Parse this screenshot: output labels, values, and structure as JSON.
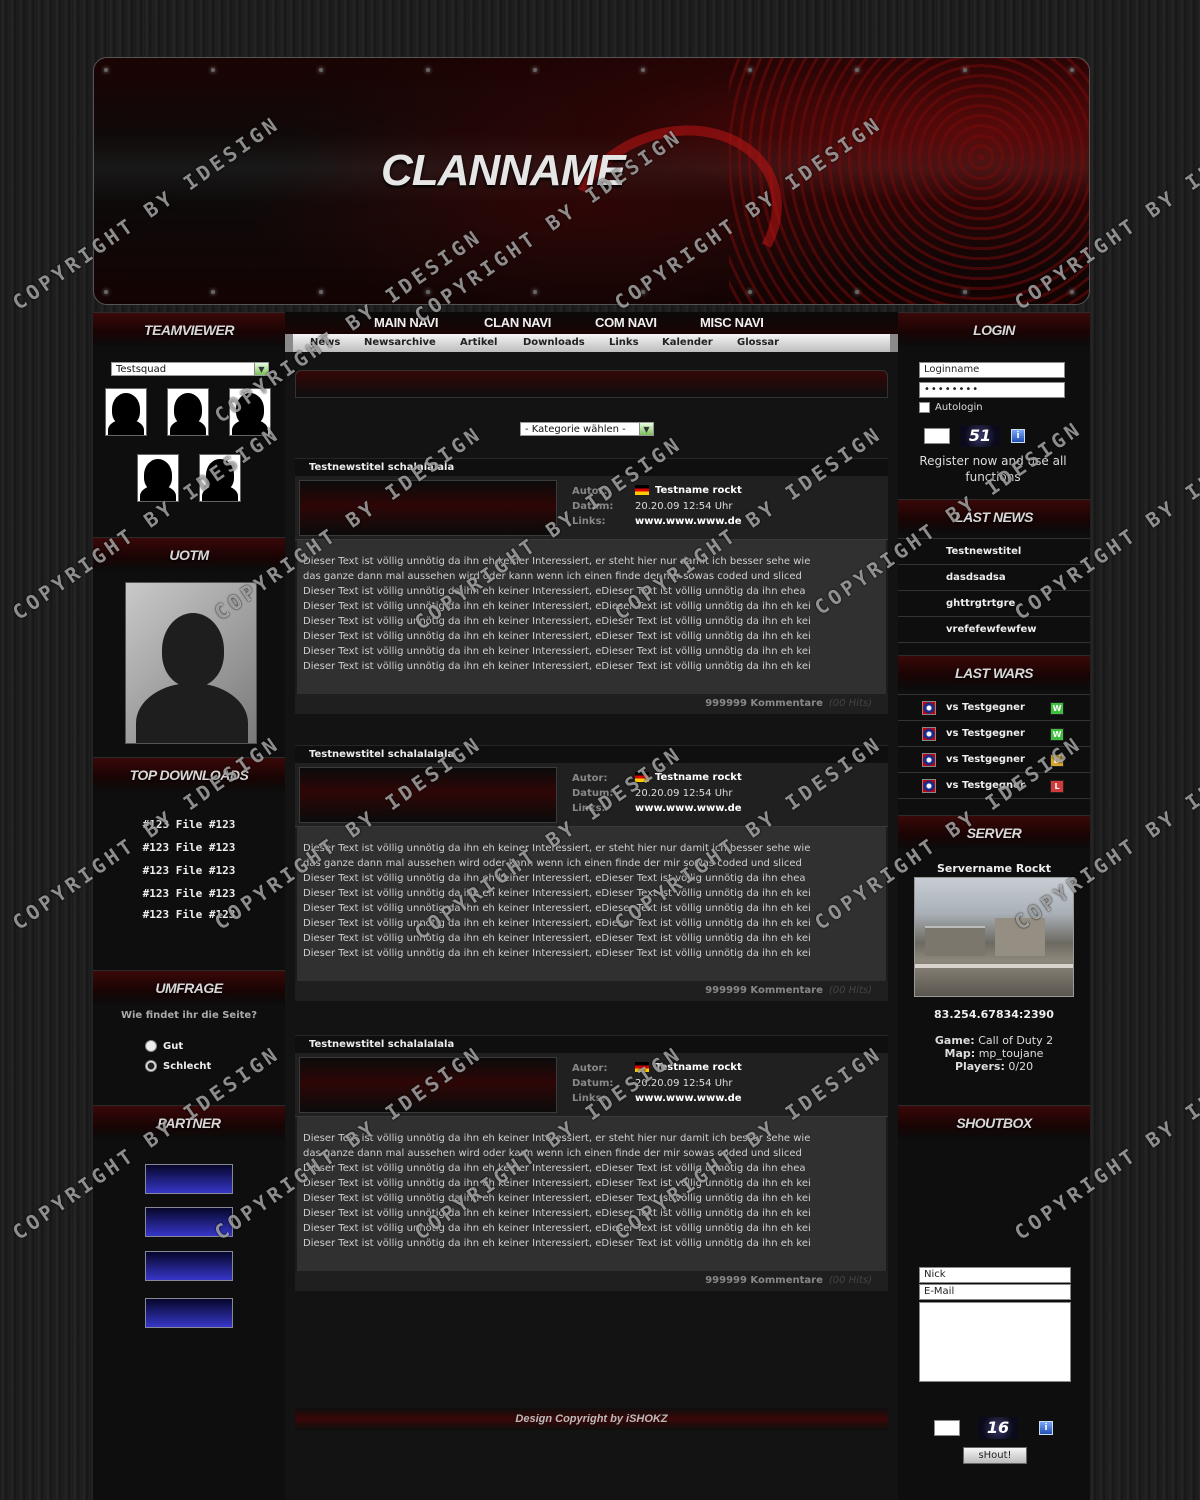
{
  "header": {
    "logo": "CLANNAME"
  },
  "nav": {
    "main": [
      "MAIN NAVI",
      "CLAN NAVI",
      "COM NAVI",
      "MISC NAVI"
    ],
    "sub": [
      "News",
      "Newsarchive",
      "Artikel",
      "Downloads",
      "Links",
      "Kalender",
      "Glossar"
    ]
  },
  "left": {
    "teamviewer": {
      "title": "TEAMVIEWER",
      "squad": "Testsquad"
    },
    "uotm": {
      "title": "UOTM"
    },
    "downloads": {
      "title": "TOP DOWNLOADS",
      "items": [
        "#123 File #123",
        "#123 File #123",
        "#123 File #123",
        "#123 File #123",
        "#123 File #123"
      ]
    },
    "poll": {
      "title": "UMFRAGE",
      "question": "Wie findet ihr die Seite?",
      "options": [
        "Gut",
        "Schlecht"
      ]
    },
    "partner": {
      "title": "PARTNER"
    }
  },
  "center": {
    "category": "- Kategorie wählen -",
    "labels": {
      "author": "Autor:",
      "date": "Datum:",
      "links": "Links:"
    },
    "news": [
      {
        "title": "Testnewstitel schalalalala",
        "author": "Testname rockt",
        "date": "20.20.09  12:54 Uhr",
        "links": "www.www.www.de",
        "comments": "999999 Kommentare",
        "extra": "(00 Hits)"
      },
      {
        "title": "Testnewstitel schalalalala",
        "author": "Testname rockt",
        "date": "20.20.09  12:54 Uhr",
        "links": "www.www.www.de",
        "comments": "999999 Kommentare",
        "extra": "(00 Hits)"
      },
      {
        "title": "Testnewstitel schalalalala",
        "author": "Testname rockt",
        "date": "20.20.09  12:54 Uhr",
        "links": "www.www.www.de",
        "comments": "999999 Kommentare",
        "extra": "(00 Hits)"
      }
    ],
    "body_lines": [
      "Dieser Text ist völlig unnötig da ihn eh keiner Interessiert, er steht hier nur damit ich besser sehe wie",
      "das ganze dann mal aussehen wird oder kann wenn ich einen finde der mir sowas coded und sliced",
      "Dieser Text ist völlig unnötig da ihn eh keiner Interessiert, eDieser Text ist völlig unnötig da ihn ehea",
      "Dieser Text ist völlig unnötig da ihn eh keiner Interessiert, eDieser Text ist völlig unnötig da ihn eh kei",
      "Dieser Text ist völlig unnötig da ihn eh keiner Interessiert, eDieser Text ist völlig unnötig da ihn eh kei",
      "Dieser Text ist völlig unnötig da ihn eh keiner Interessiert, eDieser Text ist völlig unnötig da ihn eh kei",
      "Dieser Text ist völlig unnötig da ihn eh keiner Interessiert, eDieser Text ist völlig unnötig da ihn eh kei",
      "Dieser Text ist völlig unnötig da ihn eh keiner Interessiert, eDieser Text ist völlig unnötig da ihn eh kei"
    ],
    "footer": "Design Copyright by iSHOKZ"
  },
  "right": {
    "login": {
      "title": "LOGIN",
      "username_placeholder": "Loginname",
      "password": "••••••••",
      "autologin": "Autologin",
      "captcha": "51",
      "register": "Register now and use all functions"
    },
    "lastnews": {
      "title": "LAST NEWS",
      "items": [
        "Testnewstitel",
        "dasdsadsa",
        "ghttrgtrtgre",
        "vrefefewfewfew"
      ]
    },
    "lastwars": {
      "title": "LAST WARS",
      "items": [
        {
          "label": "vs Testgegner",
          "result": "W",
          "color": "#3fbf3f"
        },
        {
          "label": "vs Testgegner",
          "result": "W",
          "color": "#3fbf3f"
        },
        {
          "label": "vs Testgegner",
          "result": "D",
          "color": "#d9a52a"
        },
        {
          "label": "vs Testgegner",
          "result": "L",
          "color": "#d43a3a"
        }
      ]
    },
    "server": {
      "title": "SERVER",
      "name": "Servername Rockt",
      "ip": "83.254.67834:2390",
      "game_label": "Game:",
      "game": "Call of Duty 2",
      "map_label": "Map:",
      "map": "mp_toujane",
      "players_label": "Players:",
      "players": "0/20"
    },
    "shoutbox": {
      "title": "SHOUTBOX",
      "nick": "Nick",
      "email": "E-Mail",
      "captcha": "16",
      "button": "sHout!"
    }
  },
  "watermark": "COPYRIGHT BY IDESIGN"
}
